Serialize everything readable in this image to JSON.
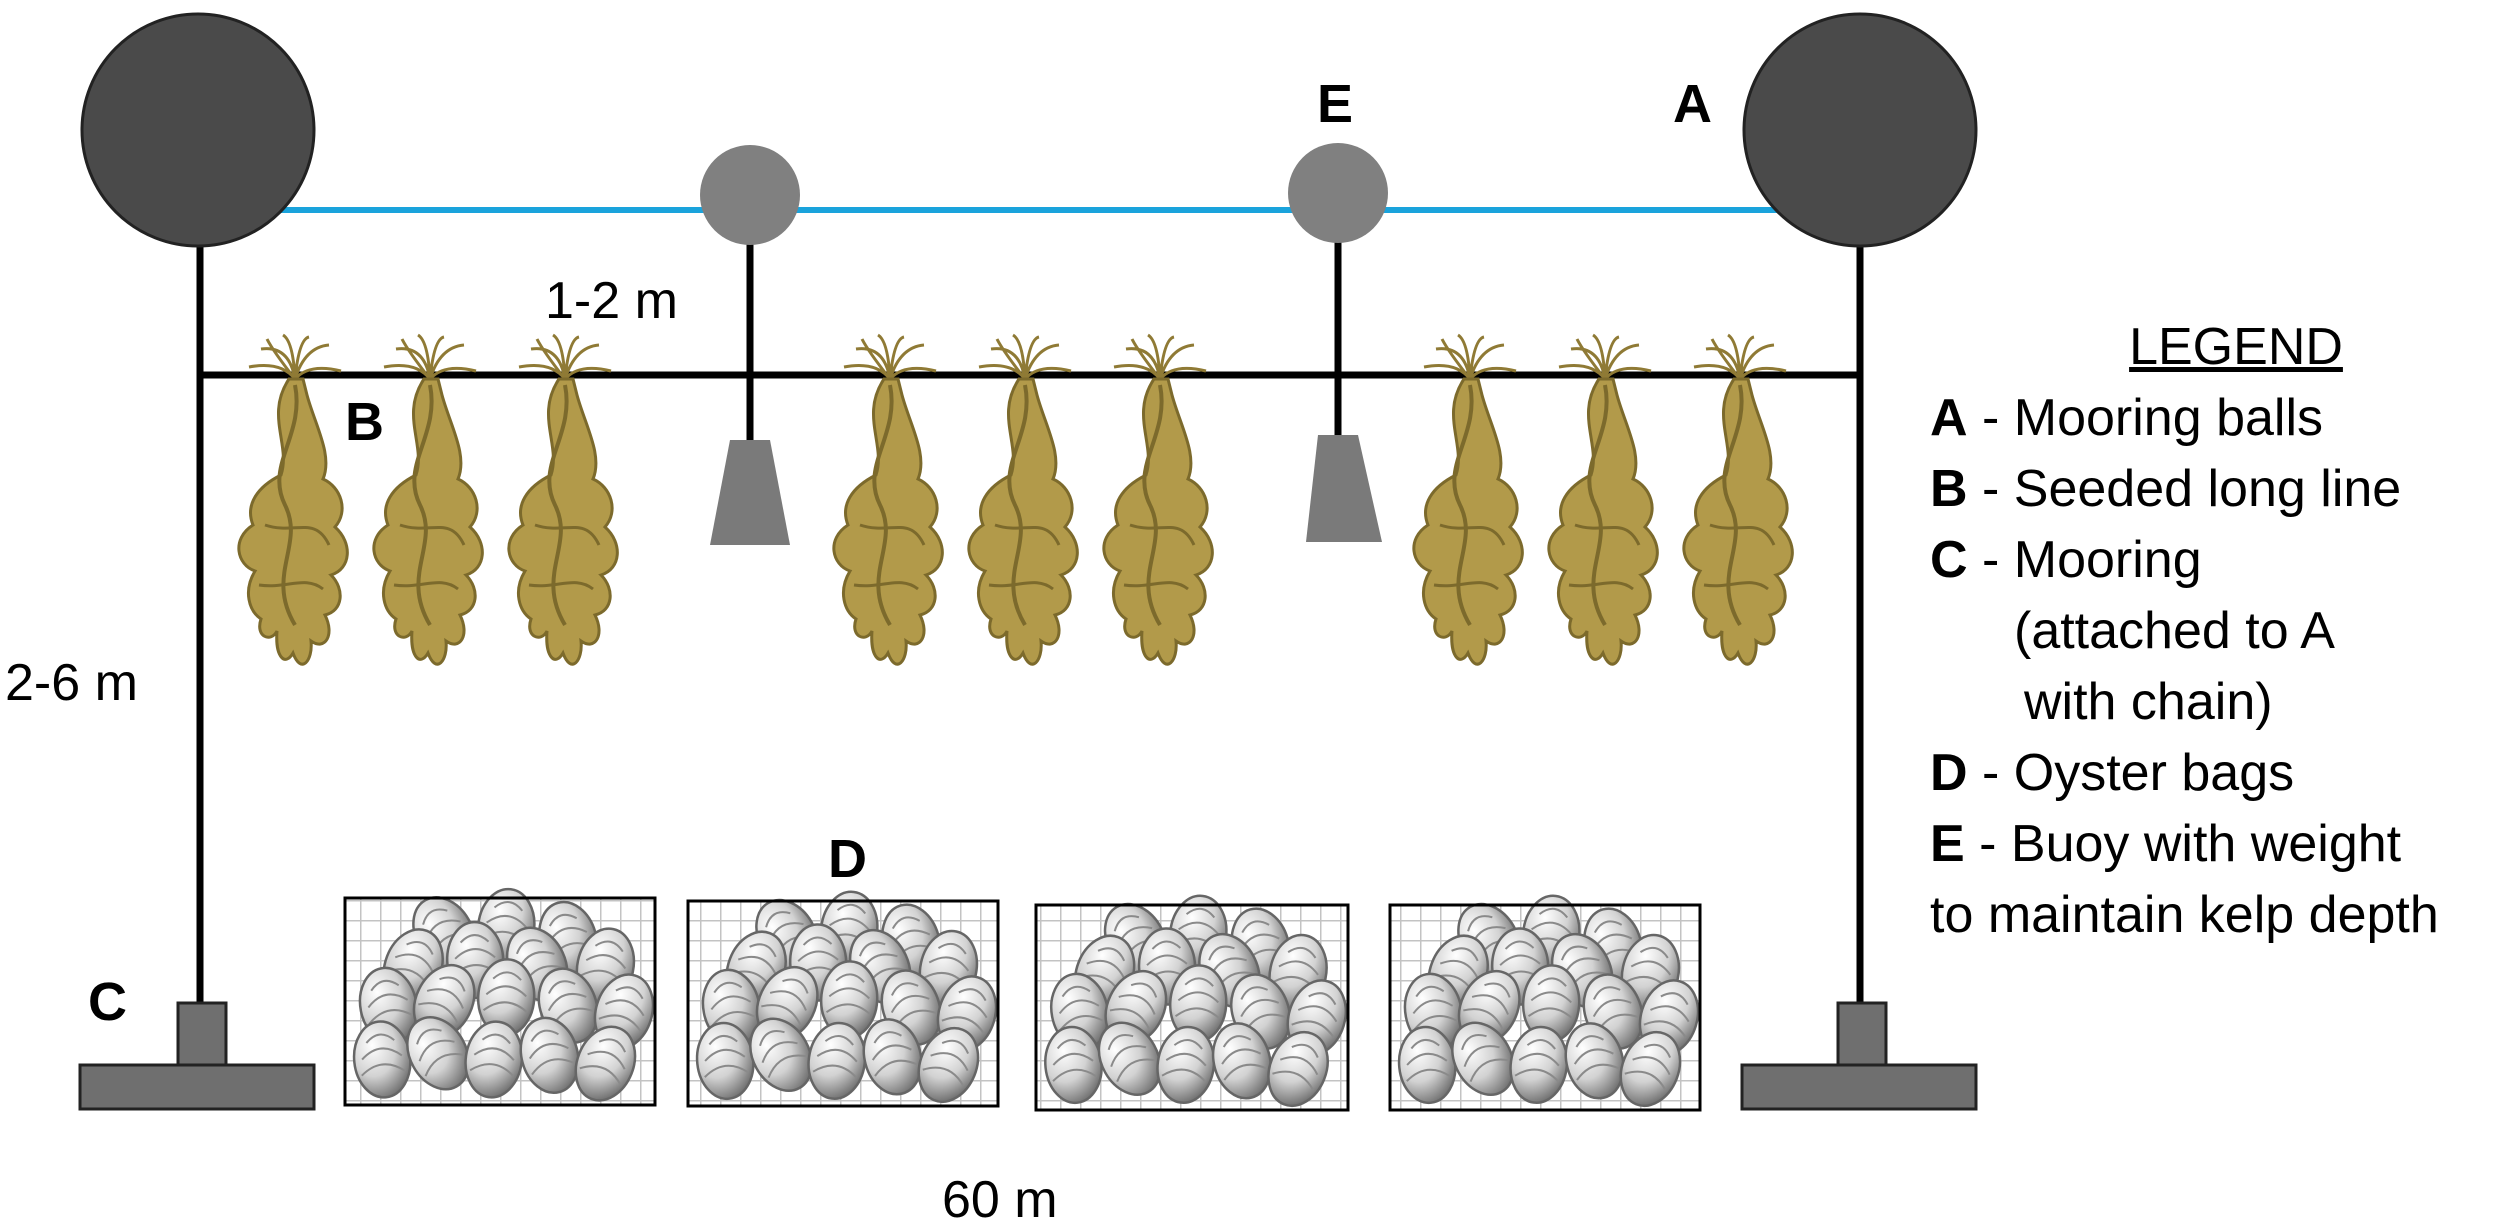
{
  "labels": {
    "depth_top": "1-2 m",
    "depth_side": "2-6 m",
    "width": "60 m",
    "A": "A",
    "B": "B",
    "C": "C",
    "D": "D",
    "E": "E"
  },
  "legend": {
    "title": "LEGEND",
    "items": [
      {
        "key": "A",
        "text": " - Mooring balls"
      },
      {
        "key": "B",
        "text": " - Seeded long line"
      },
      {
        "key": "C",
        "text": " - Mooring"
      },
      {
        "key": "",
        "text": "(attached to A"
      },
      {
        "key": "",
        "text": "with chain)"
      },
      {
        "key": "D",
        "text": " - Oyster bags"
      },
      {
        "key": "E",
        "text": " - Buoy with weight"
      },
      {
        "key": "",
        "text": "to maintain kelp depth"
      }
    ]
  },
  "colors": {
    "mooring_ball": "#4a4a4a",
    "buoy": "#808080",
    "surface_line": "#1aa3dc",
    "rope": "#000000",
    "kelp": "#b29a4a",
    "weight": "#7a7a7a",
    "base": "#6f6f6f",
    "bag_grid": "#c8c8c8"
  }
}
